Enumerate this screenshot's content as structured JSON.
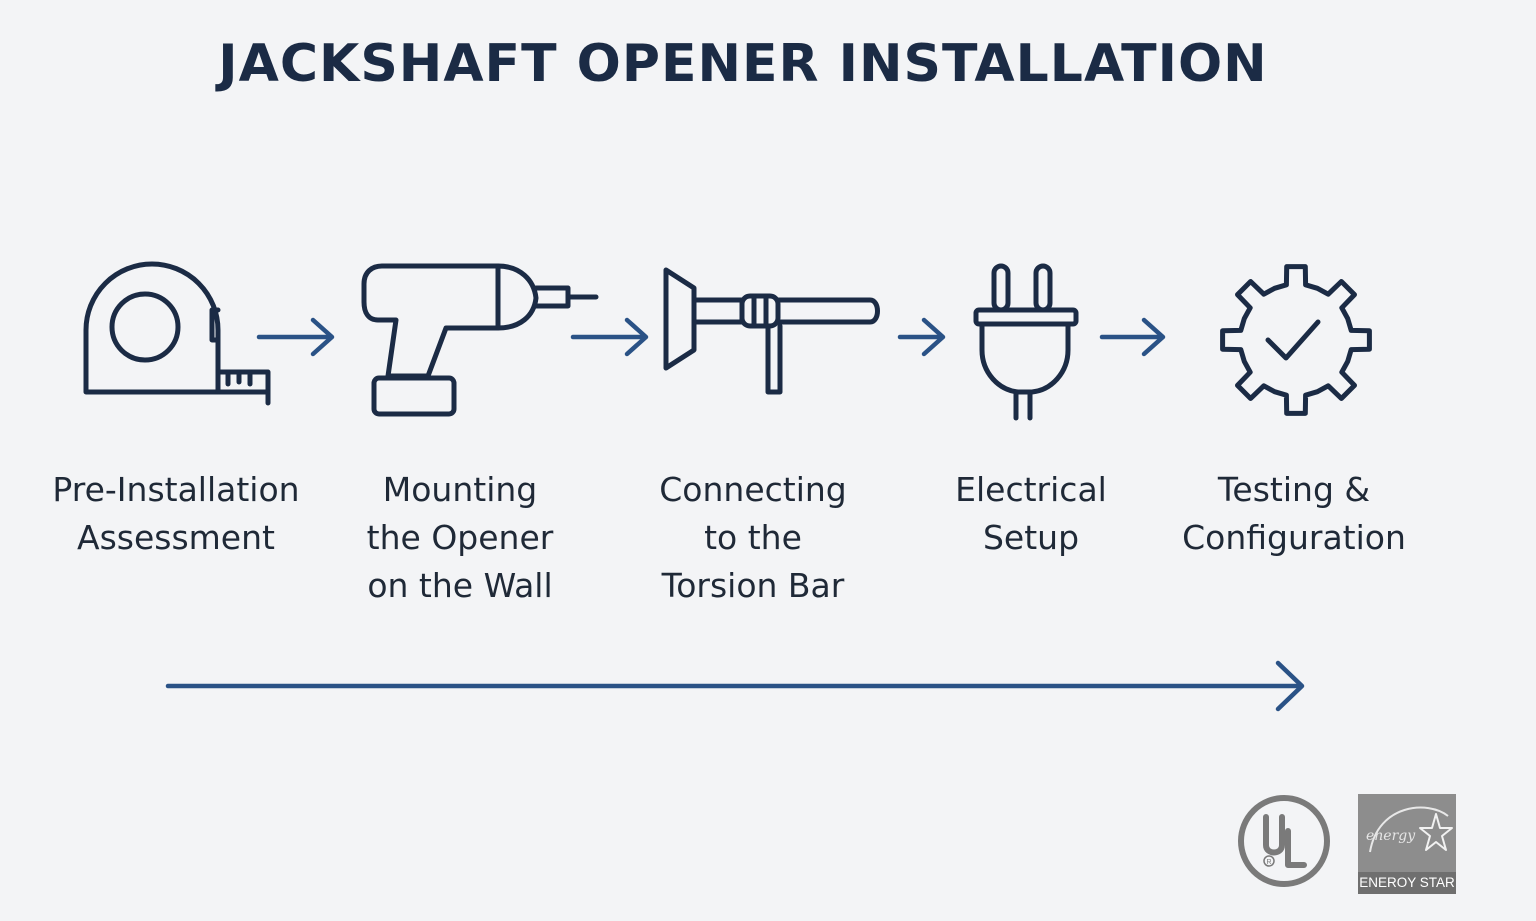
{
  "title": "JACKSHAFT OPENER INSTALLATION",
  "colors": {
    "title": "#1b2b45",
    "icon_stroke": "#1b2b45",
    "arrow": "#2a5286",
    "label_text": "#1f2937",
    "background": "#f3f4f6"
  },
  "steps": [
    {
      "icon": "tape-measure-icon",
      "lines": [
        "Pre-Installation",
        "Assessment"
      ]
    },
    {
      "icon": "power-drill-icon",
      "lines": [
        "Mounting",
        "the Opener",
        "on the Wall"
      ]
    },
    {
      "icon": "torsion-bar-icon",
      "lines": [
        "Connecting",
        "to the",
        "Torsion Bar"
      ]
    },
    {
      "icon": "electrical-plug-icon",
      "lines": [
        "Electrical",
        "Setup"
      ]
    },
    {
      "icon": "gear-check-icon",
      "lines": [
        "Testing &",
        "Configuration"
      ]
    }
  ],
  "logos": {
    "ul": {
      "icon": "ul-certification-logo",
      "text": "UL"
    },
    "energy_star": {
      "icon": "energy-star-logo",
      "label": "ENEROY STAR"
    }
  }
}
